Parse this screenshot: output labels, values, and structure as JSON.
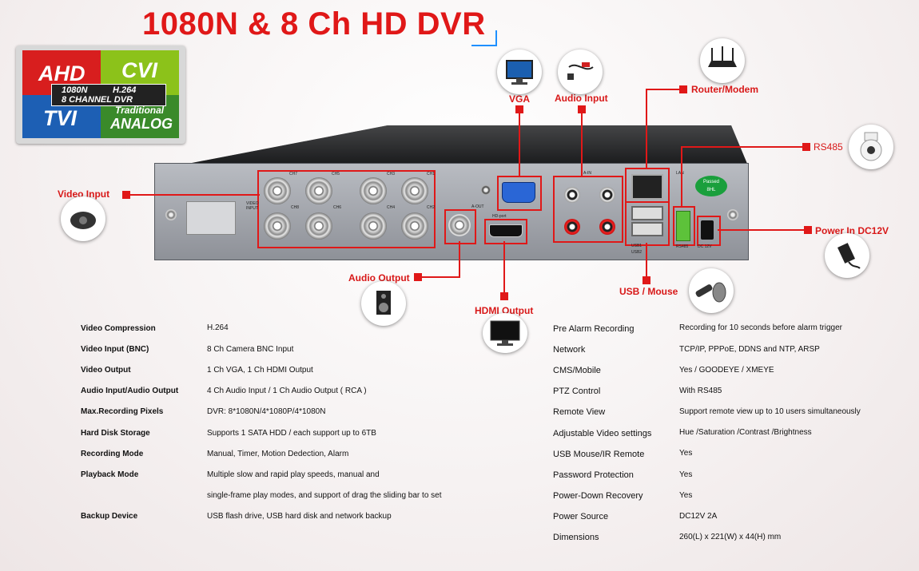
{
  "title": "1080N & 8 Ch HD DVR",
  "badge": {
    "ahd": "AHD",
    "cvi": "CVI",
    "tvi": "TVI",
    "band_line1_left": "1080N",
    "band_line1_right": "H.264",
    "band_line2": "8 CHANNEL DVR",
    "analog_small": "Traditional",
    "analog_big": "ANALOG"
  },
  "panel_labels": {
    "video_input": "VIDEO INPUT",
    "ch7": "CH7",
    "ch5": "CH5",
    "ch3": "CH3",
    "ch1": "CH1",
    "ch8": "CH8",
    "ch6": "CH6",
    "ch4": "CH4",
    "ch2": "CH2",
    "a_out": "A-OUT",
    "hd_port": "HD-port",
    "a_in": "A-IN",
    "lan": "LAN",
    "usb1": "USB1",
    "usb2": "USB2",
    "rs485": "RS485",
    "dc12v": "DC 12V",
    "sticker_top": "Passed",
    "sticker_bottom": "8HL"
  },
  "callouts": {
    "vga": "VGA",
    "audio_input": "Audio Input",
    "router_modem": "Router/Modem",
    "rs485": "RS485",
    "video_input": "Video Input",
    "power_in": "Power In DC12V",
    "audio_output": "Audio Output",
    "hdmi_output": "HDMI Output",
    "usb_mouse": "USB / Mouse"
  },
  "icons": [
    "monitor-icon",
    "microphone-icon",
    "router-icon",
    "ptz-camera-icon",
    "dome-camera-icon",
    "power-adapter-icon",
    "speaker-icon",
    "hdmi-monitor-icon",
    "usb-mouse-icon"
  ],
  "colors": {
    "accent_red": "#e01818",
    "title_red": "#e01818",
    "underline_blue": "#1e90ff"
  },
  "specs_left": [
    {
      "label": "Video Compression",
      "value": "H.264"
    },
    {
      "label": "Video Input (BNC)",
      "value": "8 Ch Camera BNC Input"
    },
    {
      "label": "Video Output",
      "value": "1 Ch VGA, 1 Ch HDMI Output"
    },
    {
      "label": "Audio Input/Audio Output",
      "value": "4 Ch Audio Input / 1 Ch Audio Output ( RCA )"
    },
    {
      "label": "Max.Recording Pixels",
      "value": "DVR: 8*1080N/4*1080P/4*1080N"
    },
    {
      "label": "Hard Disk Storage",
      "value": "Supports 1 SATA HDD / each support up to 6TB"
    },
    {
      "label": "Recording Mode",
      "value": "Manual, Timer, Motion Dedection, Alarm"
    },
    {
      "label": "Playback Mode",
      "value": "Multiple slow and rapid play speeds, manual and"
    },
    {
      "label": "",
      "value": "single-frame play modes, and support of drag the sliding bar to set"
    },
    {
      "label": "Backup Device",
      "value": "USB flash drive, USB hard disk and network backup"
    }
  ],
  "specs_right": [
    {
      "label": "Pre Alarm Recording",
      "value": "Recording for 10 seconds before alarm trigger"
    },
    {
      "label": "Network",
      "value": "TCP/IP, PPPoE, DDNS and NTP, ARSP"
    },
    {
      "label": "CMS/Mobile",
      "value": "Yes / GOODEYE / XMEYE"
    },
    {
      "label": "PTZ Control",
      "value": "With RS485"
    },
    {
      "label": "Remote View",
      "value": "Support remote view up to 10 users simultaneously"
    },
    {
      "label": "Adjustable Video settings",
      "value": "Hue /Saturation /Contrast /Brightness"
    },
    {
      "label": "USB Mouse/IR Remote",
      "value": "Yes"
    },
    {
      "label": "Password Protection",
      "value": "Yes"
    },
    {
      "label": "Power-Down Recovery",
      "value": "Yes"
    },
    {
      "label": "Power Source",
      "value": "DC12V 2A"
    },
    {
      "label": "Dimensions",
      "value": "260(L) x 221(W) x 44(H) mm"
    }
  ]
}
